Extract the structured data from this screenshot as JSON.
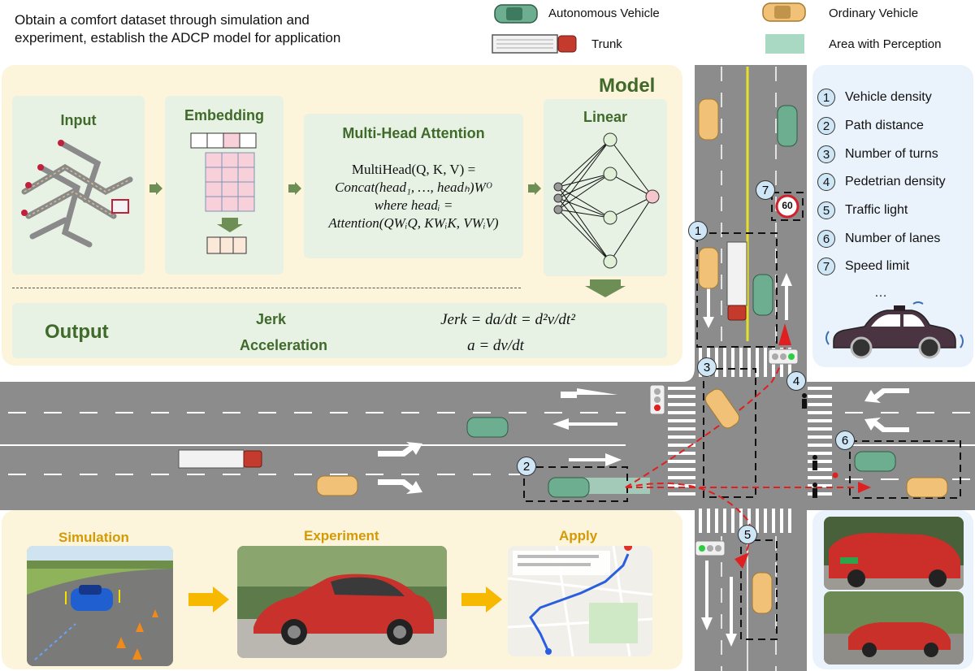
{
  "header": {
    "title_line1": "Obtain a comfort dataset through simulation and",
    "title_line2": "experiment, establish the ADCP model for application"
  },
  "legend": {
    "autonomous": "Autonomous Vehicle",
    "ordinary": "Ordinary Vehicle",
    "trunk": "Trunk",
    "perception": "Area with Perception"
  },
  "model": {
    "title": "Model",
    "input": "Input",
    "embedding": "Embedding",
    "attention_title": "Multi-Head Attention",
    "formula1": "MultiHead(Q, K, V) =",
    "formula2": "Concat(head₁, …, headₕ)Wᴼ",
    "formula3": "where headᵢ =",
    "formula4": "Attention(QWᵢQ, KWᵢK, VWᵢV)",
    "linear": "Linear",
    "output": "Output",
    "jerk_label": "Jerk",
    "accel_label": "Acceleration",
    "jerk_formula": "Jerk = da/dt = d²v/dt²",
    "accel_formula": "a = dv/dt"
  },
  "pipeline": {
    "simulation": "Simulation",
    "experiment": "Experiment",
    "apply": "Apply"
  },
  "factors": {
    "items": [
      {
        "num": "1",
        "label": "Vehicle density"
      },
      {
        "num": "2",
        "label": "Path distance"
      },
      {
        "num": "3",
        "label": "Number of turns"
      },
      {
        "num": "4",
        "label": "Pedetrian density"
      },
      {
        "num": "5",
        "label": "Traffic light"
      },
      {
        "num": "6",
        "label": "Number of lanes"
      },
      {
        "num": "7",
        "label": "Speed limit"
      }
    ],
    "ellipsis": "…"
  },
  "map_markers": [
    "1",
    "2",
    "3",
    "4",
    "5",
    "6",
    "7"
  ],
  "speed_sign": "60",
  "colors": {
    "model_bg": "#fdf4dc",
    "box_bg": "#e7f2e4",
    "road": "#8c8c8c",
    "autonomous_car": "#6cae8f",
    "ordinary_car": "#f0c176",
    "route": "#e02020",
    "factor_bg": "#eaf3fb"
  }
}
